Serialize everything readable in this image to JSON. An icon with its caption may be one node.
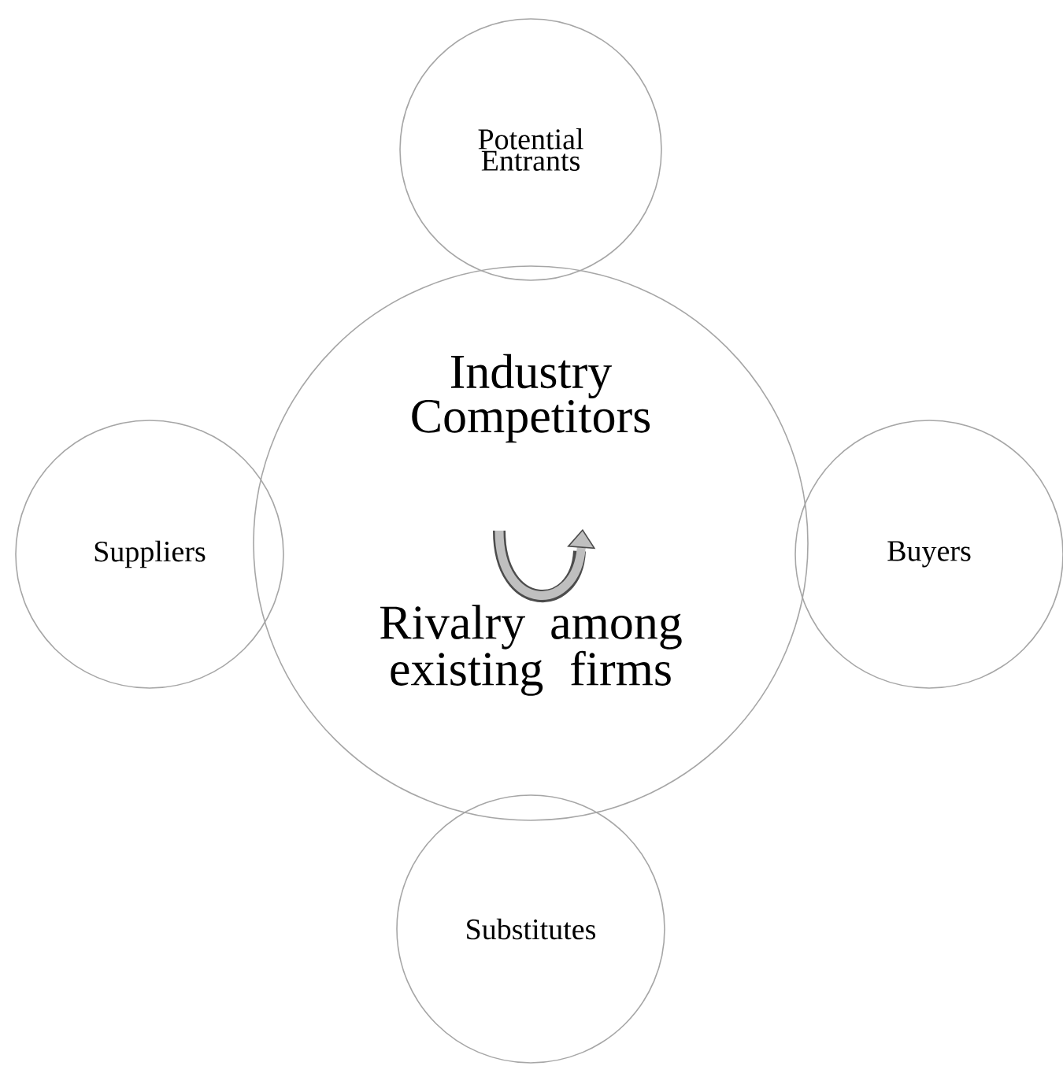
{
  "diagram": {
    "nodes": [
      {
        "text": [
          "Industry Competitors",
          "Rivalry among existing firms"
        ]
      },
      {
        "text": [
          "Potential Entrants"
        ]
      },
      {
        "text": [
          "Suppliers"
        ]
      },
      {
        "text": [
          "Buyers"
        ]
      },
      {
        "text": [
          "Substitutes"
        ]
      }
    ]
  }
}
